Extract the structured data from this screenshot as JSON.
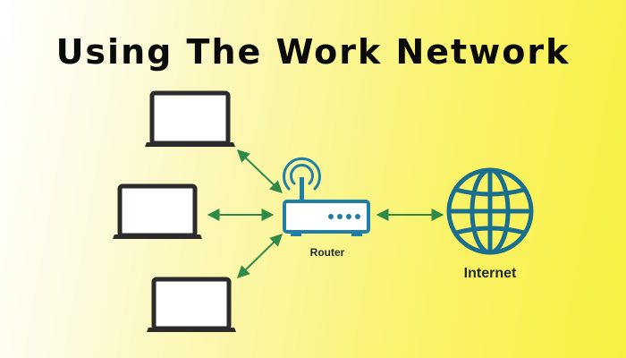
{
  "title": "Using The Work Network",
  "nodes": {
    "laptops": [
      {
        "name": "laptop-top"
      },
      {
        "name": "laptop-middle"
      },
      {
        "name": "laptop-bottom"
      }
    ],
    "router": {
      "label": "Router",
      "icon": "router-icon"
    },
    "internet": {
      "label": "Internet",
      "icon": "globe-icon"
    }
  },
  "colors": {
    "device_outline": "#2b2b2b",
    "router_blue": "#1f7fa8",
    "globe_blue": "#1a6f8f",
    "arrow_green": "#2f8a4a",
    "title": "#0a0a0a"
  }
}
